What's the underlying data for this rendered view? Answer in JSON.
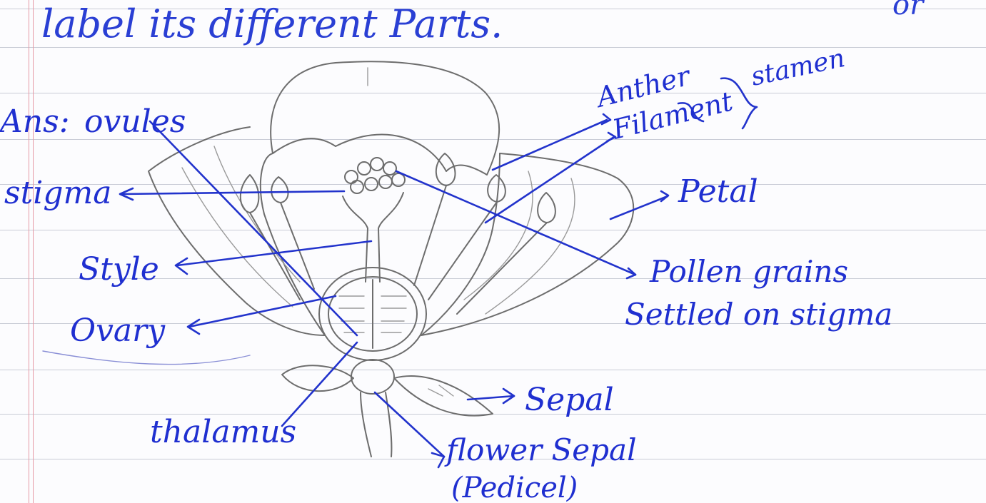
{
  "heading": {
    "left_fragment": "label its different Parts.",
    "right_fragment": "or"
  },
  "labels": {
    "ovules": "ovules",
    "ovules_prefix": "Ans:",
    "stigma": "stigma",
    "style": "Style",
    "ovary": "Ovary",
    "thalamus": "thalamus",
    "anther": "Anther",
    "filament": "Filament",
    "stamen": "stamen",
    "petal": "Petal",
    "pollen_line1": "Pollen grains",
    "pollen_line2": "Settled on stigma",
    "sepal": "Sepal",
    "flower_stalk_line1": "flower Sepal",
    "flower_stalk_line2": "(Pedicel)"
  },
  "colors": {
    "ink": "#2233cc",
    "pencil": "#6d6d6d",
    "ruled_line": "#c9ccd6",
    "margin_line": "#e59aa6"
  }
}
